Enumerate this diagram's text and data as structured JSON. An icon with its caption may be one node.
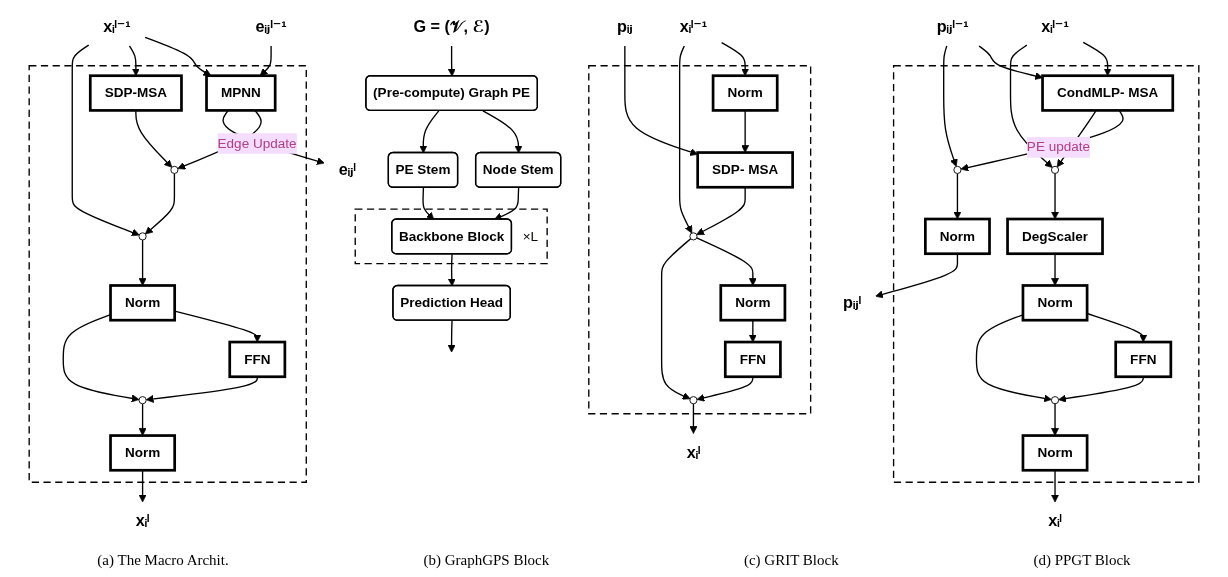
{
  "diagram": {
    "nodes": [
      {
        "text": [
          "G = (𝒱, ℰ)"
        ]
      },
      {
        "text": [
          "(Pre-compute) Graph PE"
        ]
      },
      {
        "text": [
          "Node Stem"
        ]
      },
      {
        "text": [
          "PE Stem"
        ]
      },
      {
        "text": [],
        "shape": "box",
        "beside": [
          "×L"
        ]
      },
      {
        "text": [
          "Backbone Block"
        ],
        "in": 4
      },
      {
        "text": [
          "Prediction Head"
        ]
      },
      {
        "text": [
          "xᵢˡ⁻¹"
        ]
      },
      {
        "text": [
          "eᵢⱼˡ⁻¹"
        ]
      },
      {
        "text": [],
        "shape": "box"
      },
      {
        "text": [
          "MPNN"
        ],
        "in": 9
      },
      {
        "text": [
          "SDP-MSA"
        ],
        "in": 9
      },
      {
        "text": [],
        "shape": "circle",
        "in": 9
      },
      {
        "text": [],
        "shape": "circle",
        "in": 9
      },
      {
        "text": [
          "Norm"
        ],
        "in": 9
      },
      {
        "text": [
          "FFN"
        ],
        "in": 9
      },
      {
        "text": [],
        "shape": "circle",
        "in": 9
      },
      {
        "text": [
          "Norm"
        ],
        "in": 9
      },
      {
        "text": [
          "xᵢˡ"
        ]
      },
      {
        "text": [
          "eᵢⱼˡ"
        ]
      },
      {
        "text": [
          "xᵢˡ⁻¹"
        ]
      },
      {
        "text": [
          "pᵢⱼˡ⁻¹"
        ]
      },
      {
        "text": [],
        "shape": "box"
      },
      {
        "text": [
          "CondMLP- MSA"
        ],
        "in": 22
      },
      {
        "text": [],
        "shape": "circle",
        "in": 22
      },
      {
        "text": [],
        "shape": "circle",
        "in": 22
      },
      {
        "text": [
          "DegScaler"
        ],
        "in": 22
      },
      {
        "text": [
          "Norm"
        ],
        "in": 22
      },
      {
        "text": [
          "FFN"
        ],
        "in": 22
      },
      {
        "text": [],
        "shape": "circle",
        "in": 22
      },
      {
        "text": [
          "Norm"
        ],
        "in": 22
      },
      {
        "text": [
          "Norm"
        ],
        "in": 22
      },
      {
        "text": [
          "xᵢˡ"
        ]
      },
      {
        "text": [
          "pᵢⱼˡ"
        ]
      },
      {
        "text": [
          "xᵢˡ⁻¹"
        ]
      },
      {
        "text": [
          "pᵢⱼ"
        ]
      },
      {
        "text": [],
        "shape": "box"
      },
      {
        "text": [
          "Norm"
        ],
        "in": 36
      },
      {
        "text": [
          "SDP- MSA"
        ],
        "in": 36
      },
      {
        "text": [],
        "shape": "circle",
        "in": 36
      },
      {
        "text": [
          "Norm"
        ],
        "in": 36
      },
      {
        "text": [
          "FFN"
        ],
        "in": 36
      },
      {
        "text": [],
        "shape": "circle",
        "in": 36
      },
      {
        "text": [
          "xᵢˡ"
        ]
      }
    ],
    "edges": [
      {
        "from": 0,
        "to": 1,
        "arrow": "to"
      },
      {
        "from": 1,
        "to": 2,
        "arrow": "to"
      },
      {
        "from": 1,
        "to": 3,
        "arrow": "to"
      },
      {
        "from": 2,
        "to": 5,
        "arrow": "to"
      },
      {
        "from": 3,
        "to": 5,
        "arrow": "to"
      },
      {
        "from": 5,
        "to": 6,
        "arrow": "to"
      },
      {
        "from": 6,
        "to": null,
        "arrow": "to"
      },
      {
        "from": 7,
        "to": 10,
        "arrow": "to"
      },
      {
        "from": 7,
        "to": 11,
        "arrow": "to"
      },
      {
        "from": 7,
        "to": 13,
        "arrow": "to"
      },
      {
        "from": 8,
        "to": 10,
        "arrow": "to"
      },
      {
        "from": 10,
        "to": 12,
        "arrow": "to"
      },
      {
        "from": 11,
        "to": 12,
        "arrow": "to"
      },
      {
        "from": 12,
        "to": 13,
        "arrow": "to"
      },
      {
        "from": 13,
        "to": 14,
        "arrow": "to"
      },
      {
        "from": 14,
        "to": 15,
        "arrow": "to"
      },
      {
        "from": 14,
        "to": 16,
        "arrow": "to"
      },
      {
        "from": 15,
        "to": 16,
        "arrow": "to"
      },
      {
        "from": 16,
        "to": 17,
        "arrow": "to"
      },
      {
        "from": 17,
        "to": 18,
        "arrow": "to"
      },
      {
        "from": 10,
        "to": 19,
        "arrow": "to",
        "label": "Edge Update"
      },
      {
        "from": 20,
        "to": 23,
        "arrow": "to"
      },
      {
        "from": 20,
        "to": 25,
        "arrow": "to"
      },
      {
        "from": 21,
        "to": 23,
        "arrow": "to"
      },
      {
        "from": 21,
        "to": 24,
        "arrow": "to"
      },
      {
        "from": 23,
        "to": 24,
        "arrow": "to",
        "label": "PE update"
      },
      {
        "from": 23,
        "to": 25,
        "arrow": "to"
      },
      {
        "from": 25,
        "to": 26,
        "arrow": "to"
      },
      {
        "from": 26,
        "to": 27,
        "arrow": "to"
      },
      {
        "from": 27,
        "to": 28,
        "arrow": "to"
      },
      {
        "from": 27,
        "to": 29,
        "arrow": "to"
      },
      {
        "from": 28,
        "to": 29,
        "arrow": "to"
      },
      {
        "from": 29,
        "to": 30,
        "arrow": "to"
      },
      {
        "from": 24,
        "to": 31,
        "arrow": "to"
      },
      {
        "from": 30,
        "to": 32,
        "arrow": "to"
      },
      {
        "from": 31,
        "to": 33,
        "arrow": "to"
      },
      {
        "from": 34,
        "to": 37,
        "arrow": "to"
      },
      {
        "from": 34,
        "to": 39,
        "arrow": "to"
      },
      {
        "from": 37,
        "to": 38,
        "arrow": "to"
      },
      {
        "from": 35,
        "to": 38,
        "arrow": "to"
      },
      {
        "from": 38,
        "to": 39,
        "arrow": "to"
      },
      {
        "from": 39,
        "to": 40,
        "arrow": "to"
      },
      {
        "from": 39,
        "to": 42,
        "arrow": "to"
      },
      {
        "from": 40,
        "to": 41,
        "arrow": "to"
      },
      {
        "from": 41,
        "to": 42,
        "arrow": "to"
      },
      {
        "from": 42,
        "to": 43,
        "arrow": "to"
      }
    ],
    "labels": [
      "(a) The Macro Archit.",
      "(b) GraphGPS Block",
      "(c) GRIT Block",
      "(d) PPGT Block"
    ]
  }
}
